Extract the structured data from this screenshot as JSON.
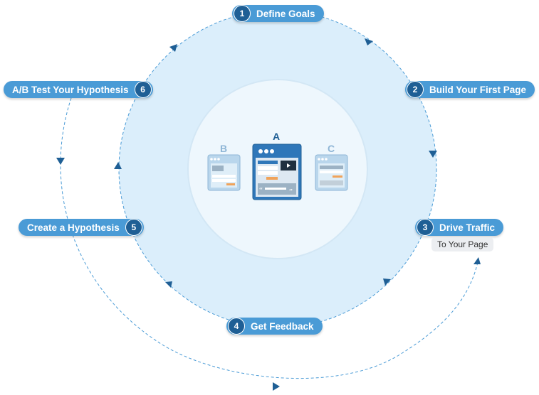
{
  "steps": [
    {
      "num": "1",
      "label": "Define Goals"
    },
    {
      "num": "2",
      "label": "Build Your First Page"
    },
    {
      "num": "3",
      "label": "Drive Traffic",
      "sublabel": "To Your Page"
    },
    {
      "num": "4",
      "label": "Get Feedback"
    },
    {
      "num": "5",
      "label": "Create a Hypothesis"
    },
    {
      "num": "6",
      "label": "A/B Test Your Hypothesis"
    }
  ],
  "variants": {
    "a": "A",
    "b": "B",
    "c": "C"
  },
  "colors": {
    "pill": "#4a9bd6",
    "badge": "#1f5f95",
    "ring_fill": "#dbeefb",
    "inner_fill": "#eef7fd",
    "dash": "#4a9bd6",
    "arrow": "#1f5f95"
  }
}
